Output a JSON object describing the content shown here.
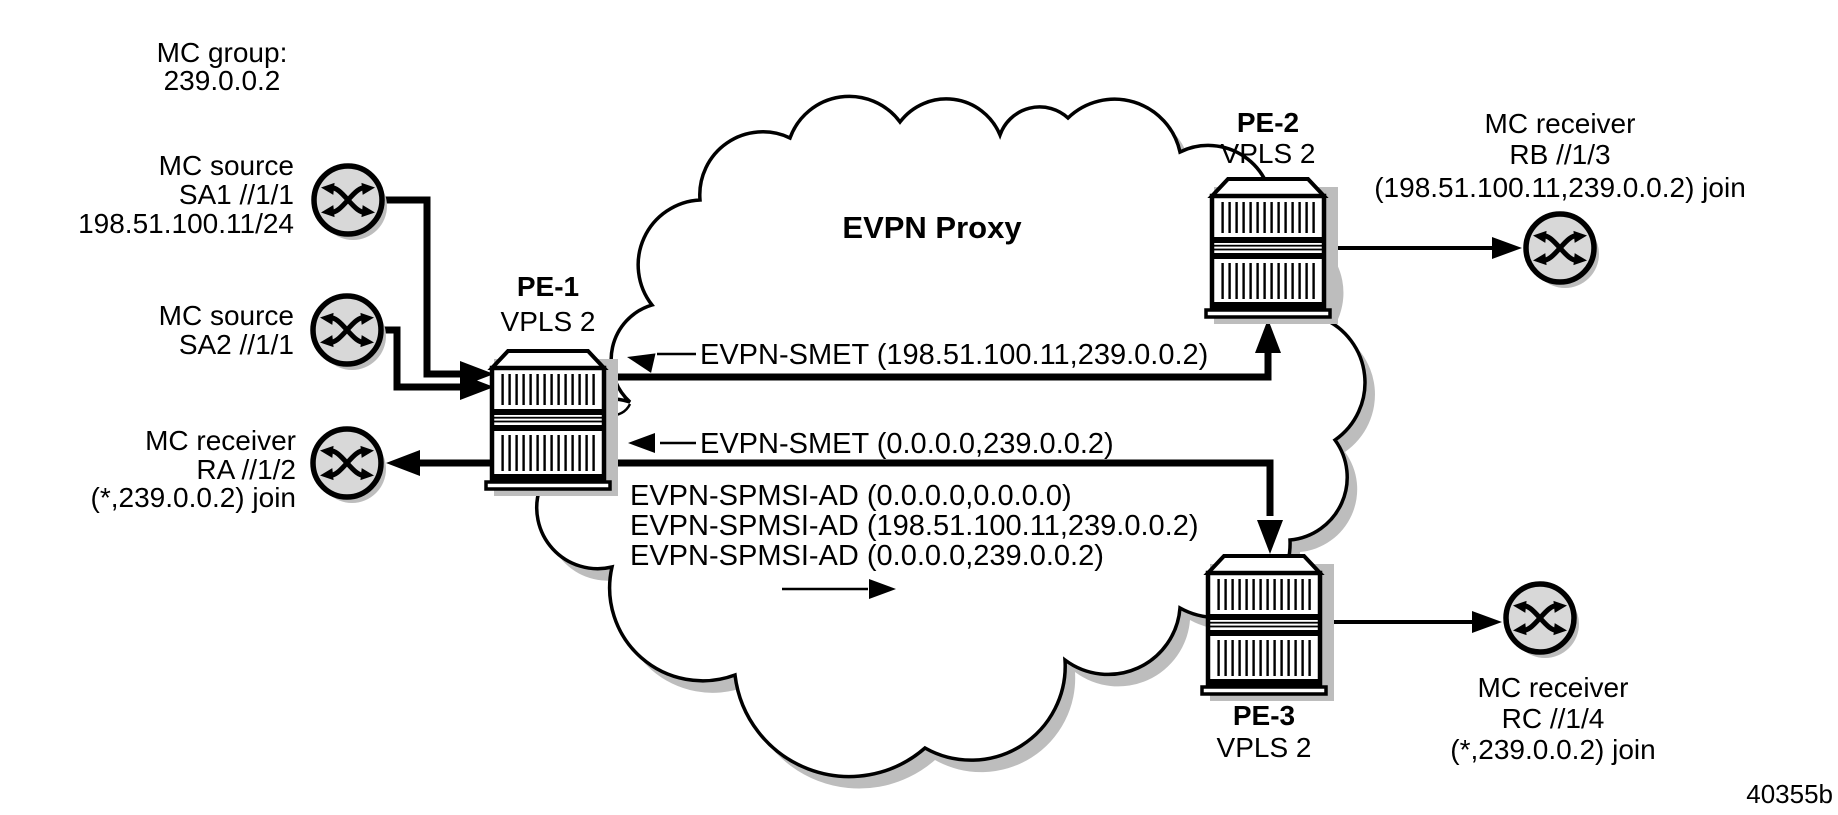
{
  "colors": {
    "ink": "#000000",
    "node_fill": "#d8d8d8",
    "shadow": "#bdbdbd",
    "bg": "#ffffff"
  },
  "mc_group": {
    "lines": [
      "MC group:",
      "239.0.0.2"
    ]
  },
  "nodes": {
    "sa1": {
      "lines": [
        "MC source",
        "SA1 //1/1",
        "198.51.100.11/24"
      ]
    },
    "sa2": {
      "lines": [
        "MC source",
        "SA2 //1/1"
      ]
    },
    "ra": {
      "lines": [
        "MC receiver",
        "RA //1/2",
        "(*,239.0.0.2) join"
      ]
    },
    "rb": {
      "lines": [
        "MC receiver",
        "RB //1/3",
        "(198.51.100.11,239.0.0.2) join"
      ]
    },
    "rc": {
      "lines": [
        "MC receiver",
        "RC //1/4",
        "(*,239.0.0.2) join"
      ]
    }
  },
  "routers": {
    "pe1": {
      "name": "PE-1",
      "service": "VPLS 2"
    },
    "pe2": {
      "name": "PE-2",
      "service": "VPLS 2"
    },
    "pe3": {
      "name": "PE-3",
      "service": "VPLS 2"
    }
  },
  "cloud": {
    "label": "EVPN Proxy"
  },
  "messages": {
    "smet_s": "EVPN-SMET (198.51.100.11,239.0.0.2)",
    "smet_star": "EVPN-SMET (0.0.0.0,239.0.0.2)",
    "spmsi": [
      "EVPN-SPMSI-AD (0.0.0.0,0.0.0.0)",
      "EVPN-SPMSI-AD (198.51.100.11,239.0.0.2)",
      "EVPN-SPMSI-AD (0.0.0.0,239.0.0.2)"
    ]
  },
  "figure_ref": "40355b"
}
